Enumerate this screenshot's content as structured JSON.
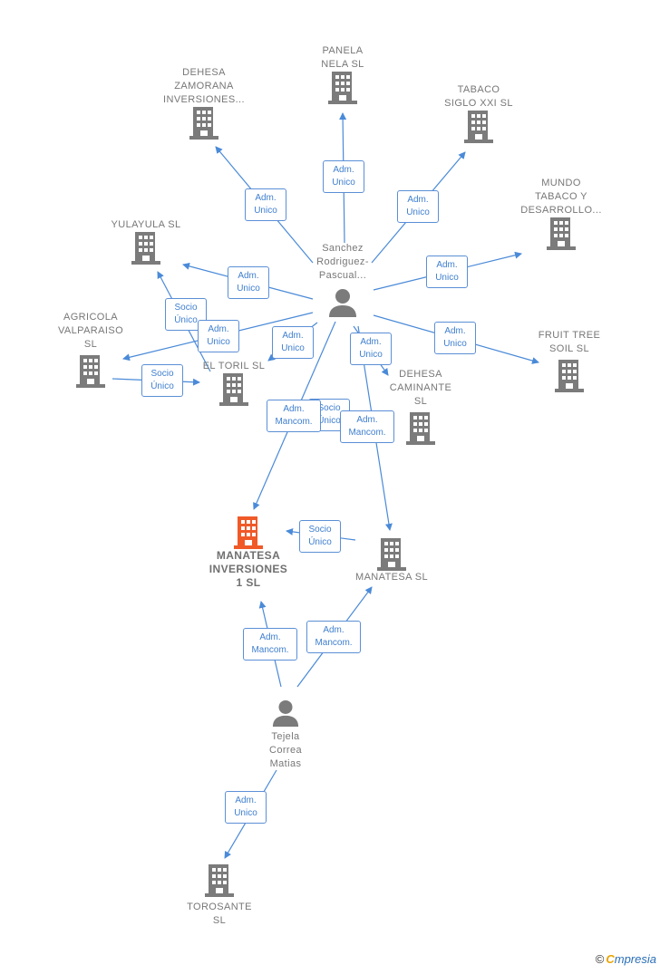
{
  "colors": {
    "edge": "#4a8ad8",
    "node_gray": "#7b7b7b",
    "node_focus": "#f05a28"
  },
  "nodes": [
    {
      "id": "panela",
      "type": "company",
      "label": "PANELA\nNELA  SL"
    },
    {
      "id": "dehesa_zamorana",
      "type": "company",
      "label": "DEHESA\nZAMORANA\nINVERSIONES..."
    },
    {
      "id": "tabaco",
      "type": "company",
      "label": "TABACO\nSIGLO XXI  SL"
    },
    {
      "id": "mundo",
      "type": "company",
      "label": "MUNDO\nTABACO Y\nDESARROLLO..."
    },
    {
      "id": "yulayula",
      "type": "company",
      "label": "YULAYULA  SL"
    },
    {
      "id": "sanchez",
      "type": "person",
      "label": "Sanchez\nRodriguez-\nPascual..."
    },
    {
      "id": "agricola",
      "type": "company",
      "label": "AGRICOLA\nVALPARAISO\nSL"
    },
    {
      "id": "toril",
      "type": "company",
      "label": "EL TORIL  SL"
    },
    {
      "id": "fruit",
      "type": "company",
      "label": "FRUIT TREE\nSOIL  SL"
    },
    {
      "id": "dehesa_caminante",
      "type": "company",
      "label": "DEHESA\nCAMINANTE\nSL"
    },
    {
      "id": "manatesa1",
      "type": "company",
      "focus": true,
      "label": "MANATESA\nINVERSIONES\n1  SL"
    },
    {
      "id": "manatesa",
      "type": "company",
      "label": "MANATESA  SL"
    },
    {
      "id": "tejela",
      "type": "person",
      "label": "Tejela\nCorrea\nMatias"
    },
    {
      "id": "torosante",
      "type": "company",
      "label": "TOROSANTE\nSL"
    }
  ],
  "edge_labels": [
    {
      "id": "e-panela",
      "text": "Adm.\nUnico"
    },
    {
      "id": "e-dz",
      "text": "Adm.\nUnico"
    },
    {
      "id": "e-tabaco",
      "text": "Adm.\nUnico"
    },
    {
      "id": "e-mundo",
      "text": "Adm.\nUnico"
    },
    {
      "id": "e-yula",
      "text": "Adm.\nUnico"
    },
    {
      "id": "e-socio-yula",
      "text": "Socio\nÚnico"
    },
    {
      "id": "e-agri",
      "text": "Adm.\nUnico"
    },
    {
      "id": "e-toril",
      "text": "Adm.\nUnico"
    },
    {
      "id": "e-socio-toril",
      "text": "Socio\nÚnico"
    },
    {
      "id": "e-fruit",
      "text": "Adm.\nUnico"
    },
    {
      "id": "e-caminante",
      "text": "Adm.\nUnico"
    },
    {
      "id": "e-socio-cam",
      "text": "Socio\nÚnico"
    },
    {
      "id": "e-mancom-cam",
      "text": "Adm.\nMancom."
    },
    {
      "id": "e-mancom-m1",
      "text": "Adm.\nMancom."
    },
    {
      "id": "e-socio-m1",
      "text": "Socio\nÚnico"
    },
    {
      "id": "e-tej-m1",
      "text": "Adm.\nMancom."
    },
    {
      "id": "e-tej-m",
      "text": "Adm.\nMancom."
    },
    {
      "id": "e-toro",
      "text": "Adm.\nUnico"
    }
  ],
  "watermark": {
    "copyright": "©",
    "brand_first": "C",
    "brand_rest": "mpresia"
  }
}
